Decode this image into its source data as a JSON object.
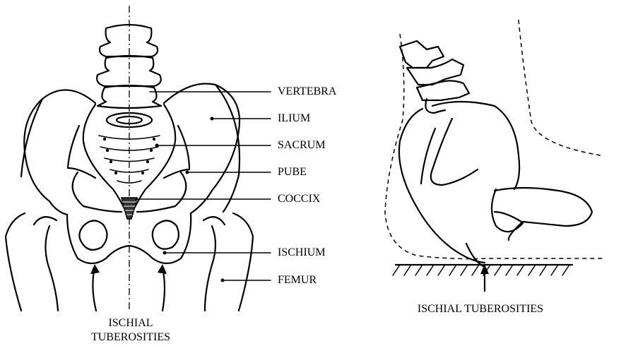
{
  "figure": {
    "labels": {
      "vertebra": "VERTEBRA",
      "ilium": "ILIUM",
      "sacrum": "SACRUM",
      "pube": "PUBE",
      "coccix": "COCCIX",
      "ischium": "ISCHIUM",
      "femur": "FEMUR"
    },
    "left_caption_line1": "ISCHIAL",
    "left_caption_line2": "TUBEROSITIES",
    "right_caption": "ISCHIAL TUBEROSITIES"
  },
  "colors": {
    "ink": "#000000",
    "background": "#ffffff",
    "bleed_through": "#d9d9d9"
  }
}
